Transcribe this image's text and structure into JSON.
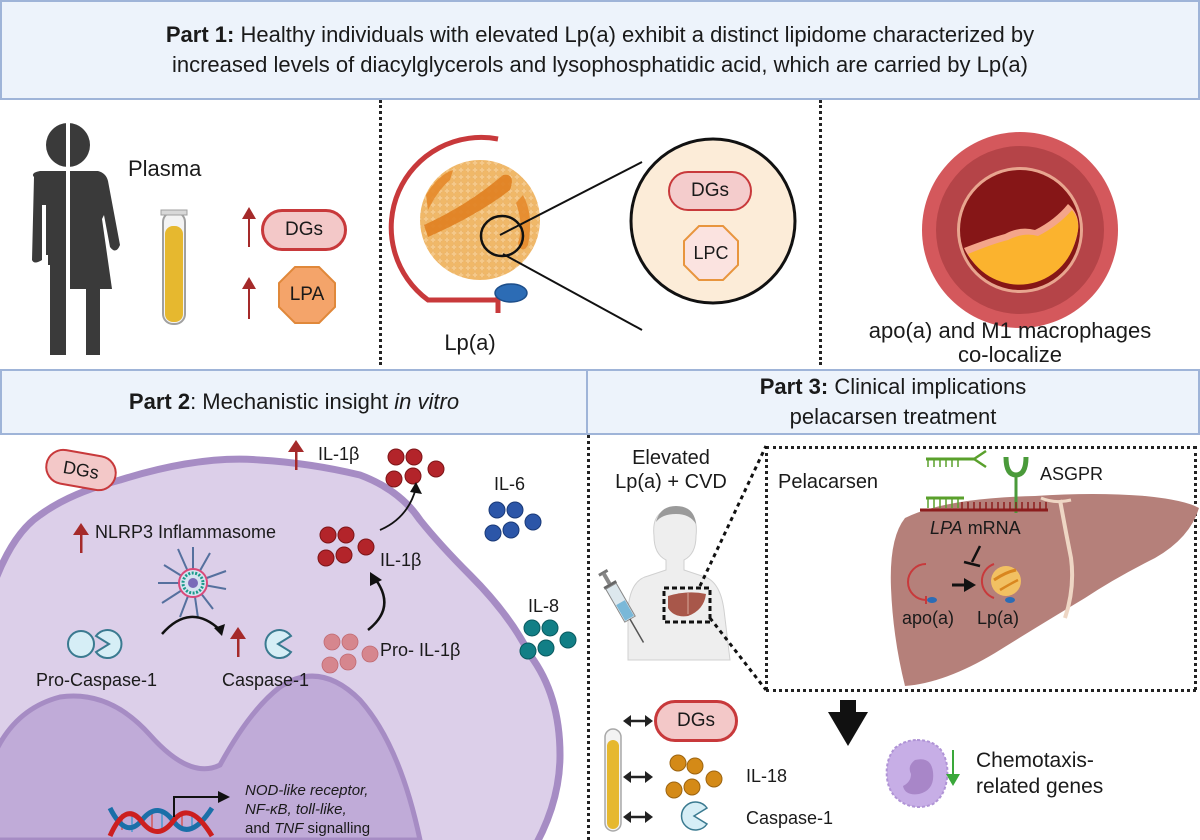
{
  "part1": {
    "header_bold": "Part 1:",
    "header_line1": " Healthy individuals with elevated Lp(a) exhibit a distinct lipidome characterized by",
    "header_line2": "increased levels of diacylglycerols and lysophosphatidic acid, which are carried by Lp(a)",
    "plasma_label": "Plasma",
    "dgs_label": "DGs",
    "lpa_label": "LPA",
    "lpa_particle_label": "Lp(a)",
    "zoom_dgs_label": "DGs",
    "zoom_lpc_label": "LPC",
    "artery_caption_line1": "apo(a) and M1 macrophages",
    "artery_caption_line2": "co-localize"
  },
  "part2": {
    "header_bold": "Part 2",
    "header_text": ": Mechanistic insight ",
    "header_italic": "in vitro",
    "dgs_label": "DGs",
    "il1b_secreted_label": "IL-1β",
    "nlrp3_label": "NLRP3 Inflammasome",
    "il1b_label": "IL-1β",
    "il6_label": "IL-6",
    "il8_label": "IL-8",
    "pro_caspase_label": "Pro-Caspase-1",
    "caspase_label": "Caspase-1",
    "pro_il1b_label": "Pro- IL-1β",
    "signalling_line1": "NOD-like receptor,",
    "signalling_line2": "NF-κB, toll-like,",
    "signalling_line3_pre": "and ",
    "signalling_line3_ital": "TNF",
    "signalling_line3_post": " signalling"
  },
  "part3": {
    "header_bold": "Part 3:",
    "header_line1": " Clinical implications",
    "header_line2": "pelacarsen treatment",
    "patient_label_line1": "Elevated",
    "patient_label_line2": "Lp(a) + CVD",
    "pelacarsen_label": "Pelacarsen",
    "asgpr_label": "ASGPR",
    "lpa_mrna_ital": "LPA",
    "lpa_mrna_text": " mRNA",
    "apoa_label": "apo(a)",
    "lpa_label": "Lp(a)",
    "dgs_label": "DGs",
    "il18_label": "IL-18",
    "caspase_label": "Caspase-1",
    "chemotaxis_line1": "Chemotaxis-",
    "chemotaxis_line2": "related genes"
  },
  "colors": {
    "header_bg": "#edf3fb",
    "header_border": "#9fb4d8",
    "up_arrow": "#a52a2a",
    "dgs_fill": "#f3c8c8",
    "dgs_border": "#c8393b",
    "lpa_fill": "#f4a46a",
    "cell_fill": "#dccfe9",
    "cell_border": "#a68cc4",
    "nucleus_fill": "#c0abd8",
    "liver": "#b5807a",
    "il1b": "#b3242a",
    "il6": "#2c56a8",
    "il8": "#127f86",
    "il18": "#d48a17",
    "down_arrow": "#3aa83a"
  }
}
